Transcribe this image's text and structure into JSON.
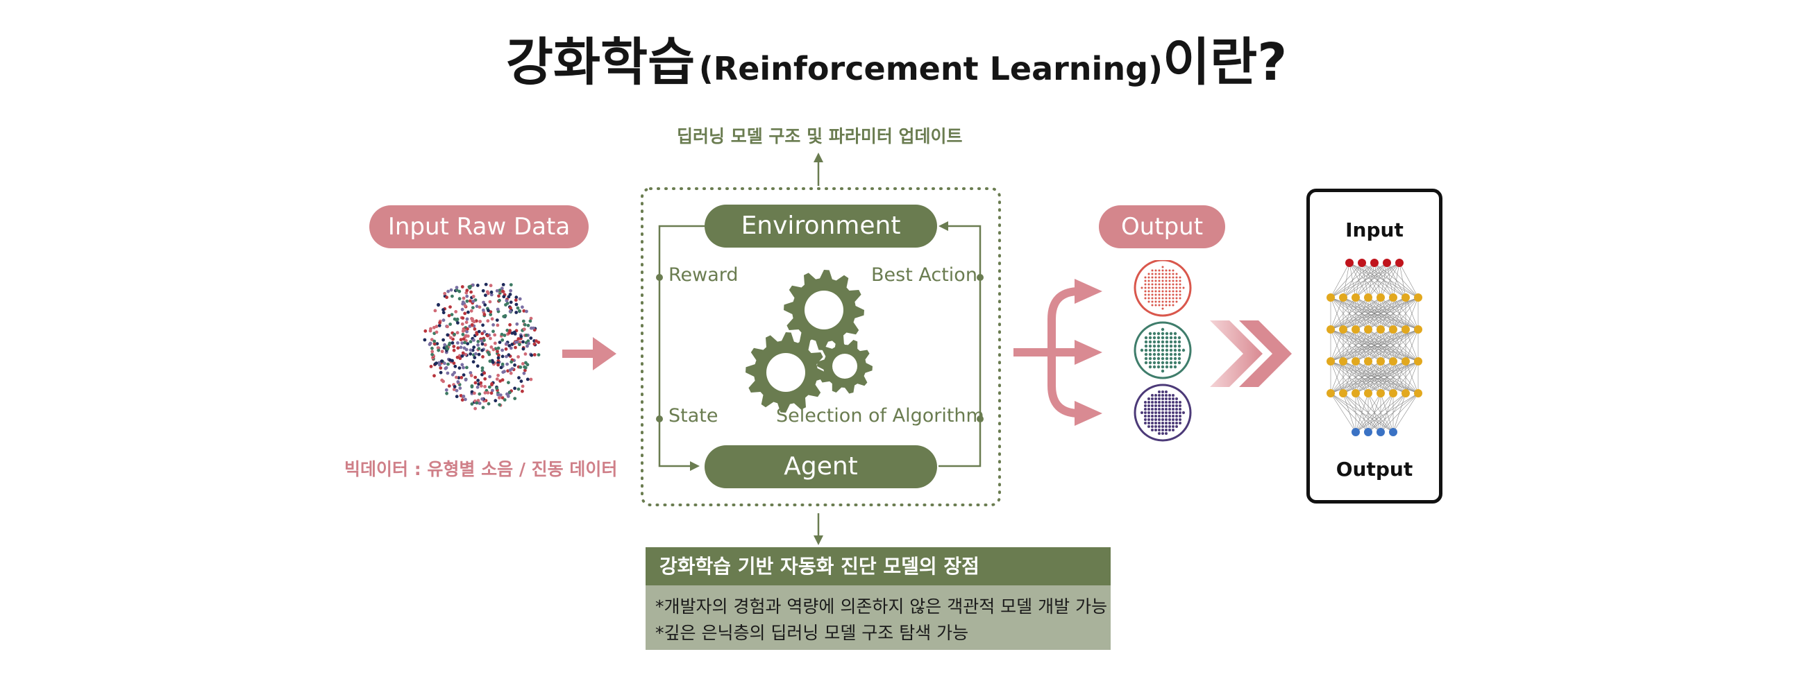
{
  "title": {
    "main_prefix": "강화학습",
    "english": "(Reinforcement Learning)",
    "main_suffix": "이란?"
  },
  "input": {
    "label": "Input Raw Data",
    "caption": "빅데이터 : 유형별 소음 / 진동 데이터"
  },
  "rl_loop": {
    "top_note": "딥러닝 모델 구조 및 파라미터 업데이트",
    "environment": "Environment",
    "agent": "Agent",
    "reward": "Reward",
    "best_action": "Best Action",
    "state": "State",
    "selection": "Selection of Algorithm"
  },
  "output": {
    "label": "Output"
  },
  "network": {
    "input_label": "Input",
    "output_label": "Output"
  },
  "advantages": {
    "heading": "강화학습 기반 자동화 진단 모델의 장점",
    "items": [
      "*개발자의 경험과 역량에 의존하지 않은 객관적 모델 개발 가능",
      "*깊은 은닉층의 딥러닝 모델 구조 탐색 가능"
    ]
  },
  "colors": {
    "pink": "#d4868c",
    "green": "#6a7c50",
    "output_red": "#d9574c",
    "output_teal": "#3f7d6b",
    "output_purple": "#4c3a78",
    "node_red": "#c0141c",
    "node_yellow": "#e2a81e",
    "node_blue": "#3a72c4"
  }
}
